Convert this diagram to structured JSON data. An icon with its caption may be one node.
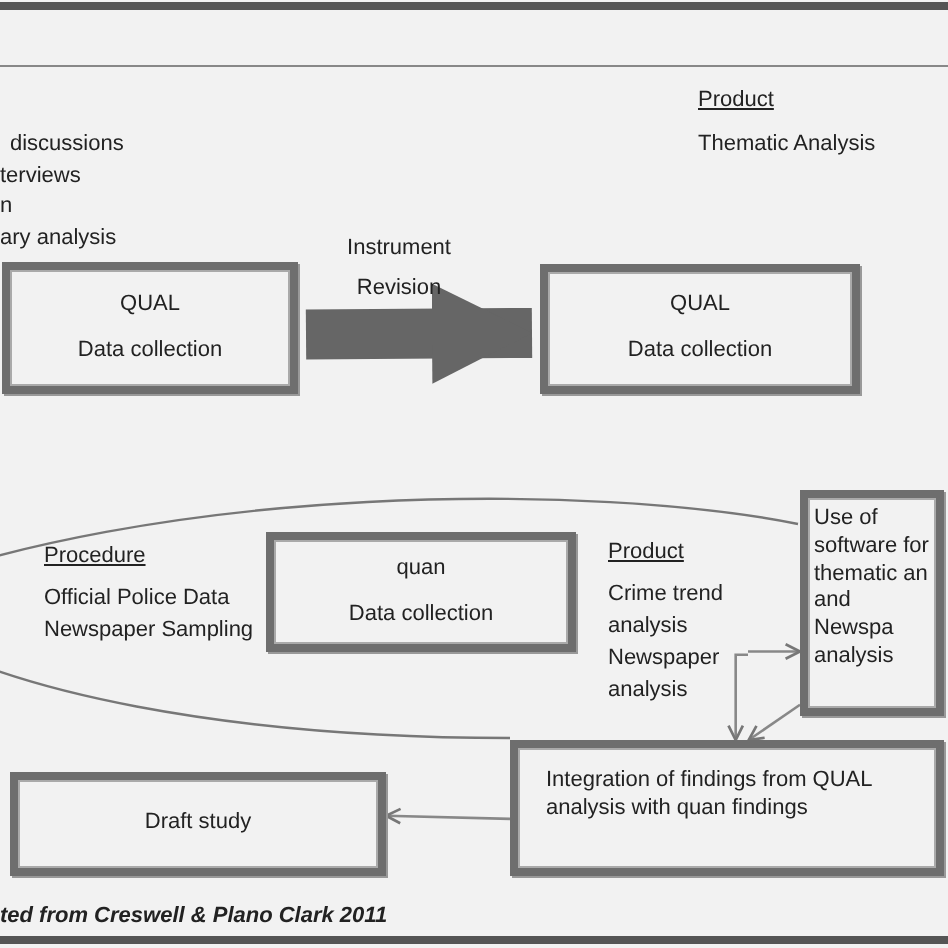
{
  "diagram": {
    "caption": "ted from Creswell & Plano Clark 2011",
    "nodes": [
      {
        "text": [
          "QUAL",
          "Data collection"
        ]
      },
      {
        "text": [
          "QUAL",
          "Data collection"
        ]
      },
      {
        "text": [],
        "shape": "ellipse"
      },
      {
        "text": [
          "Procedure",
          "Official Police Data Newspaper Sampling"
        ],
        "in": 2
      },
      {
        "text": [
          "quan",
          "Data collection"
        ],
        "in": 2
      },
      {
        "text": [
          "Product",
          "Crime trend analysis Newspaper analysis"
        ],
        "in": 2
      },
      {
        "text": [
          "Use of software for thematic an and Newspa analysis"
        ]
      },
      {
        "text": [
          "Integration of findings from QUAL analysis with quan findings"
        ]
      },
      {
        "text": [
          "Draft study"
        ]
      }
    ],
    "edges": [
      {
        "from": 0,
        "to": 1,
        "arrow": "to",
        "label": "Instrument Revision",
        "style": "thick"
      },
      {
        "from": 5,
        "to": 6,
        "arrow": "to"
      },
      {
        "from": 5,
        "to": 7,
        "arrow": "to"
      },
      {
        "from": 6,
        "to": 7,
        "arrow": "to"
      },
      {
        "from": 7,
        "to": 8,
        "arrow": "to"
      }
    ],
    "labels": [
      "Product",
      "discussions",
      "Thematic Analysis",
      "terviews",
      "n",
      "ary analysis"
    ]
  }
}
